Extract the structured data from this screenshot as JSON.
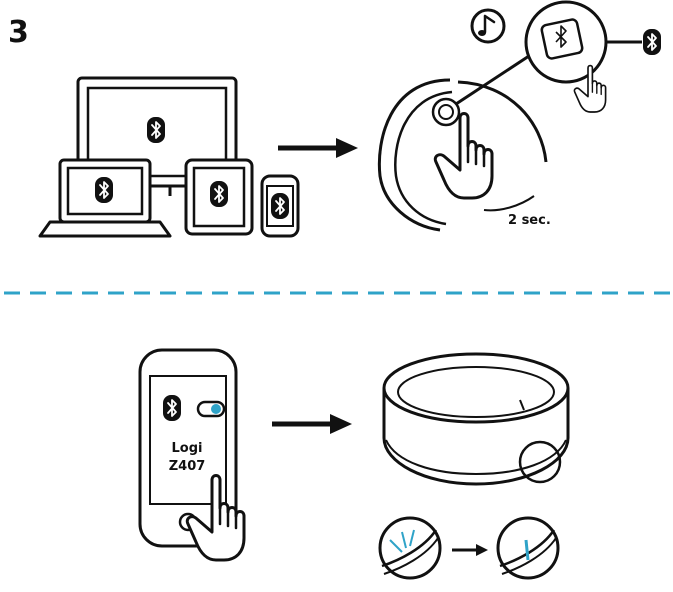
{
  "step_number": "3",
  "duration_label": "2 sec.",
  "phone_device_name_line1": "Logi",
  "phone_device_name_line2": "Z407",
  "icons": {
    "bluetooth": "bluetooth-icon",
    "music_note": "music-note-icon",
    "arrow": "arrow-right-icon",
    "hand": "pointing-hand-icon",
    "toggle": "toggle-switch-icon"
  },
  "colors": {
    "line": "#111111",
    "accent": "#2fa3c8",
    "background": "#ffffff"
  }
}
